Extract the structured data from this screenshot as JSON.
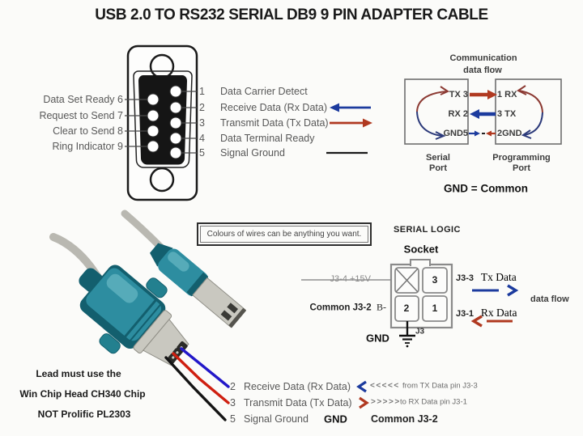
{
  "title": "USB 2.0 TO RS232 SERIAL DB9 9 PIN ADAPTER CABLE",
  "db9_diagram": {
    "left_pins": [
      {
        "label": "Data Set Ready",
        "pin": "6"
      },
      {
        "label": "Request to Send",
        "pin": "7"
      },
      {
        "label": "Clear to Send",
        "pin": "8"
      },
      {
        "label": "Ring Indicator",
        "pin": "9"
      }
    ],
    "right_pins": [
      {
        "pin": "1",
        "label": "Data Carrier Detect"
      },
      {
        "pin": "2",
        "label": "Receive Data (Rx Data)"
      },
      {
        "pin": "3",
        "label": "Transmit Data (Tx Data)"
      },
      {
        "pin": "4",
        "label": "Data Terminal Ready"
      },
      {
        "pin": "5",
        "label": "Signal Ground"
      }
    ]
  },
  "comm_flow": {
    "heading_line1": "Communication",
    "heading_line2": "data flow",
    "serial_box": {
      "tx": "TX 3",
      "rx": "RX 2",
      "gnd": "GND5",
      "caption1": "Serial",
      "caption2": "Port"
    },
    "programming_box": {
      "rx": "1 RX",
      "tx": "3 TX",
      "gnd": "2GND",
      "caption1": "Programming",
      "caption2": "Port"
    },
    "footnote": "GND = Common"
  },
  "wire_note": "Colours of wires can be anything you want.",
  "serial_logic": {
    "heading": "SERIAL LOGIC",
    "socket_label": "Socket",
    "pins": {
      "top_right": "3",
      "bottom_left": "2",
      "bottom_right": "1"
    },
    "disabled_pin_label": "J3-4  +15V",
    "common_label": "Common",
    "common_pin": "J3-2",
    "common_suffix": "B-",
    "tx_pin": "J3-3",
    "tx_label": "Tx Data",
    "rx_pin": "J3-1",
    "rx_label": "Rx Data",
    "flow_label": "data flow",
    "gnd_label": "GND",
    "connector_label": "J3"
  },
  "cable_notes": {
    "line1": "Lead must use the",
    "line2": "Win Chip Head  CH340 Chip",
    "line3": "NOT Prolific PL2303"
  },
  "bottom_wiring": {
    "rows": [
      {
        "pin": "2",
        "label": "Receive Data (Rx Data)",
        "chevrons": "<<<<<",
        "note": "from  TX Data pin J3-3"
      },
      {
        "pin": "3",
        "label": "Transmit Data (Tx Data)",
        "chevrons": ">>>>>",
        "note": "to RX Data pin J3-1"
      },
      {
        "pin": "5",
        "label": "Signal Ground",
        "gnd": "GND",
        "common": "Common J3-2"
      }
    ]
  },
  "colors": {
    "ink": "#1a1a1a",
    "label-gray": "#585858",
    "note-gray": "#6b6b6b",
    "flow-ink": "#3c3c3c",
    "arrow-red": "#b03920",
    "arrow-blue": "#1c3b9e",
    "arc-red": "#8c3a33",
    "arc-navy": "#2c3a7a",
    "wire-red": "#cf1f10",
    "wire-blue": "#2318c9",
    "wire-black": "#141414",
    "teal": "#2d8da0",
    "teal-mid": "#23808f",
    "teal-dark": "#135f6e",
    "teal-light": "#79c4cd",
    "silver": "#c9c8c0",
    "silver-dark": "#8f8e86",
    "cable-gray": "#b9b8b1"
  }
}
